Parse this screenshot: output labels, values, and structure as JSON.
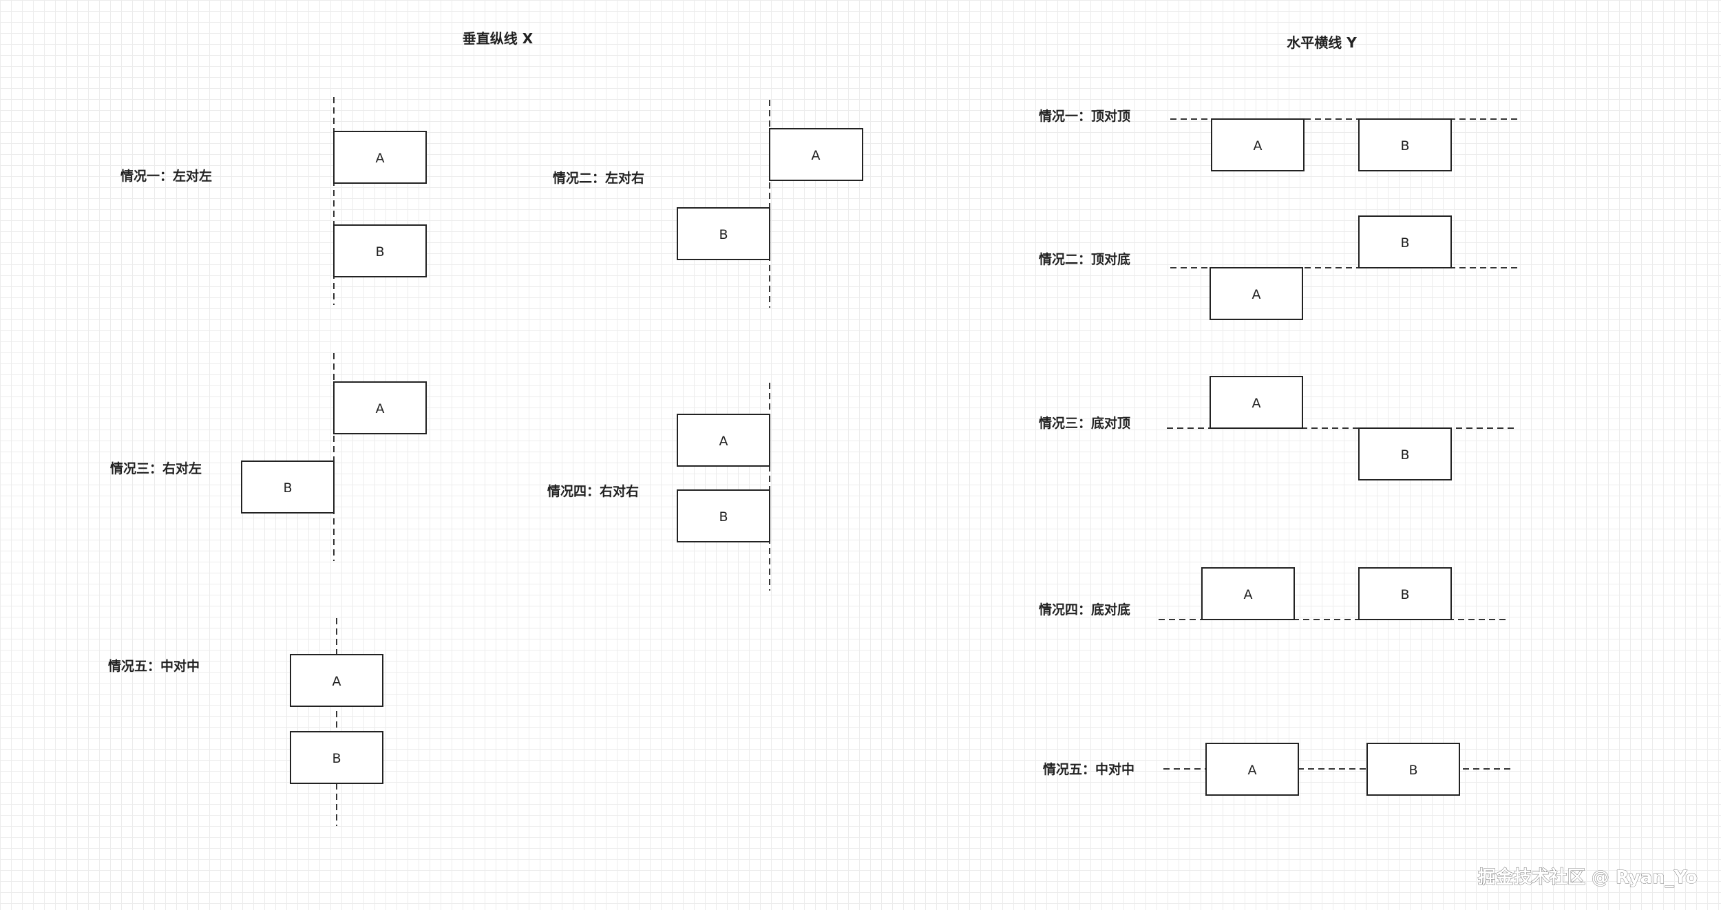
{
  "sections": {
    "vertical_title": "垂直纵线 X",
    "horizontal_title": "水平横线 Y"
  },
  "vertical": {
    "case1": {
      "label": "情况一：左对左",
      "a": "A",
      "b": "B"
    },
    "case2": {
      "label": "情况二：左对右",
      "a": "A",
      "b": "B"
    },
    "case3": {
      "label": "情况三：右对左",
      "a": "A",
      "b": "B"
    },
    "case4": {
      "label": "情况四：右对右",
      "a": "A",
      "b": "B"
    },
    "case5": {
      "label": "情况五：中对中",
      "a": "A",
      "b": "B"
    }
  },
  "horizontal": {
    "case1": {
      "label": "情况一：顶对顶",
      "a": "A",
      "b": "B"
    },
    "case2": {
      "label": "情况二：顶对底",
      "a": "A",
      "b": "B"
    },
    "case3": {
      "label": "情况三：底对顶",
      "a": "A",
      "b": "B"
    },
    "case4": {
      "label": "情况四：底对底",
      "a": "A",
      "b": "B"
    },
    "case5": {
      "label": "情况五：中对中",
      "a": "A",
      "b": "B"
    }
  },
  "watermark": "掘金技术社区 @ Ryan_Yo"
}
